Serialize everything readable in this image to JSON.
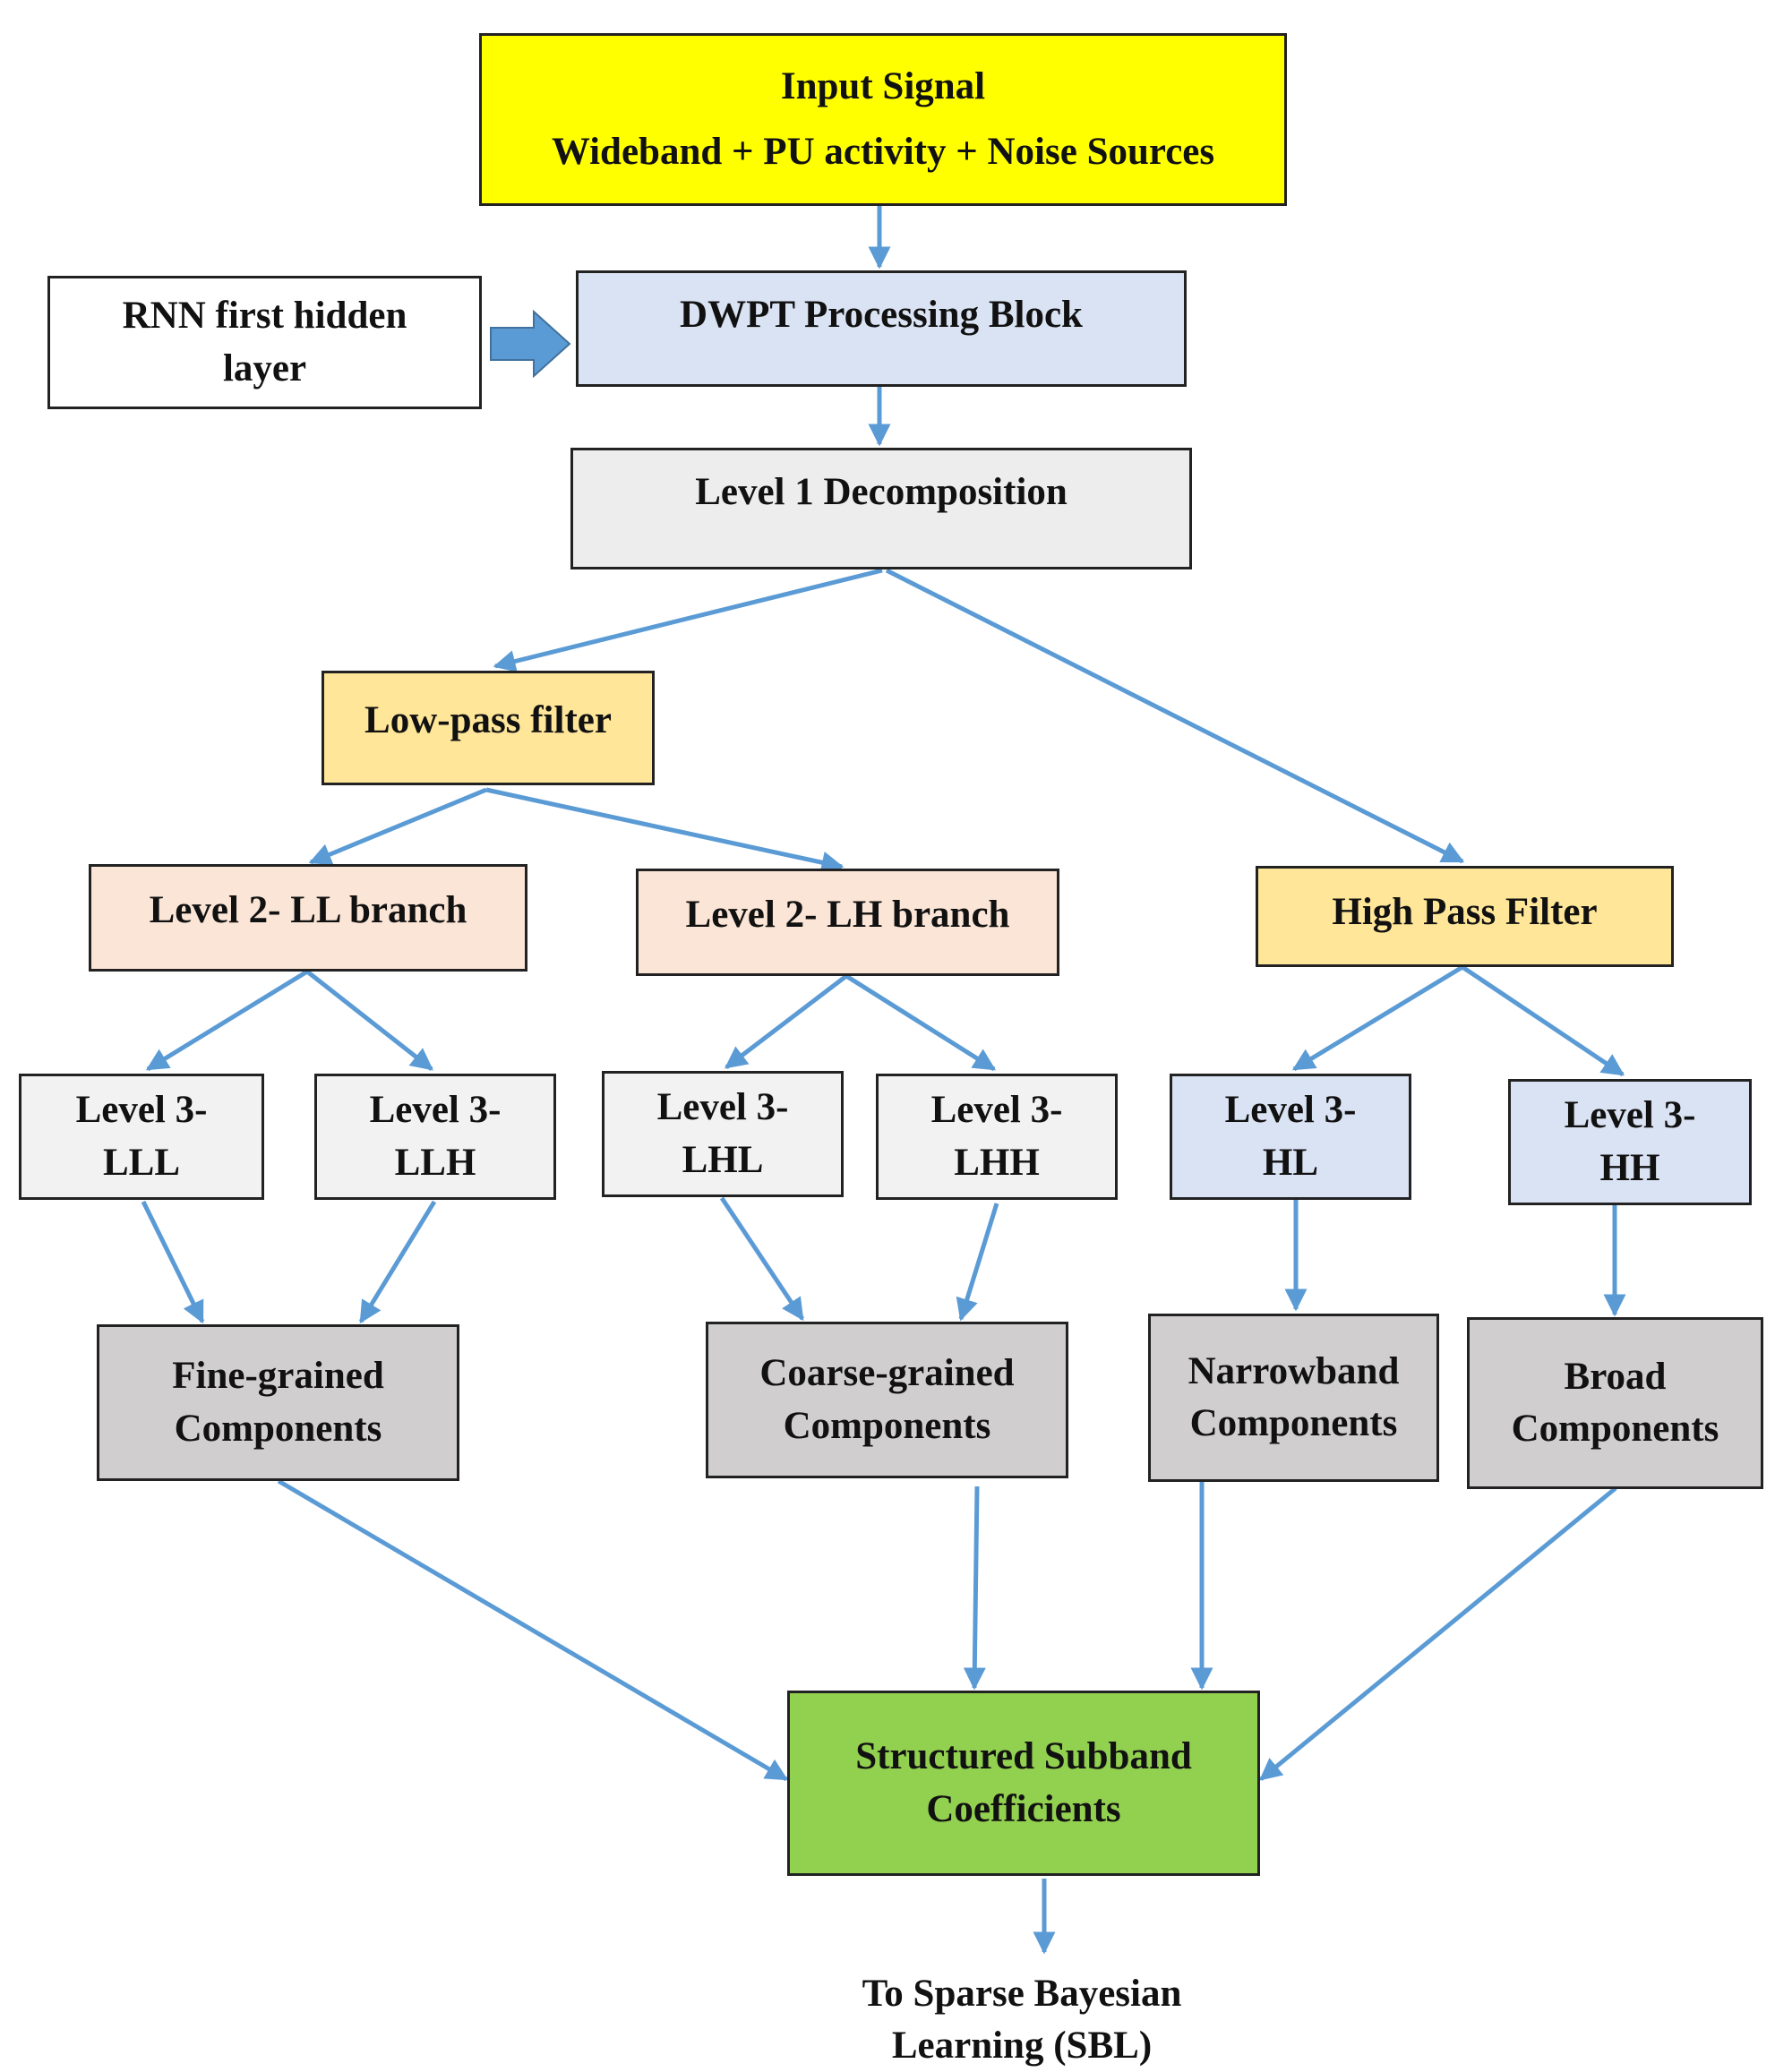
{
  "colors": {
    "input": "#ffff00",
    "dwpt": "#dae3f3",
    "level1": "#ededed",
    "filter": "#ffe699",
    "level2": "#fbe5d6",
    "level3_low": "#f2f2f2",
    "level3_high": "#dae3f3",
    "components": "#d0cece",
    "output": "#92d050",
    "arrow": "#5b9bd5",
    "border": "#222222"
  },
  "input_signal": {
    "title": "Input Signal",
    "subtitle": "Wideband + PU activity + Noise Sources"
  },
  "rnn": {
    "line1": "RNN first hidden",
    "line2": "layer"
  },
  "dwpt": {
    "label": "DWPT Processing Block"
  },
  "level1": {
    "label": "Level 1 Decomposition"
  },
  "lowpass": {
    "label": "Low-pass filter"
  },
  "highpass": {
    "label": "High Pass Filter"
  },
  "level2_ll": {
    "label": "Level 2- LL branch"
  },
  "level2_lh": {
    "label": "Level 2- LH branch"
  },
  "level3": {
    "lll": {
      "line1": "Level 3-",
      "line2": "LLL"
    },
    "llh": {
      "line1": "Level 3-",
      "line2": "LLH"
    },
    "lhl": {
      "line1": "Level 3-",
      "line2": "LHL"
    },
    "lhh": {
      "line1": "Level 3-",
      "line2": "LHH"
    },
    "hl": {
      "line1": "Level 3-",
      "line2": "HL"
    },
    "hh": {
      "line1": "Level 3-",
      "line2": "HH"
    }
  },
  "components": {
    "fine": {
      "line1": "Fine-grained",
      "line2": "Components"
    },
    "coarse": {
      "line1": "Coarse-grained",
      "line2": "Components"
    },
    "narrow": {
      "line1": "Narrowband",
      "line2": "Components"
    },
    "broad": {
      "line1": "Broad",
      "line2": "Components"
    }
  },
  "output": {
    "line1": "Structured Subband",
    "line2": "Coefficients"
  },
  "sbl": {
    "line1": "To Sparse Bayesian",
    "line2": "Learning (SBL)"
  }
}
